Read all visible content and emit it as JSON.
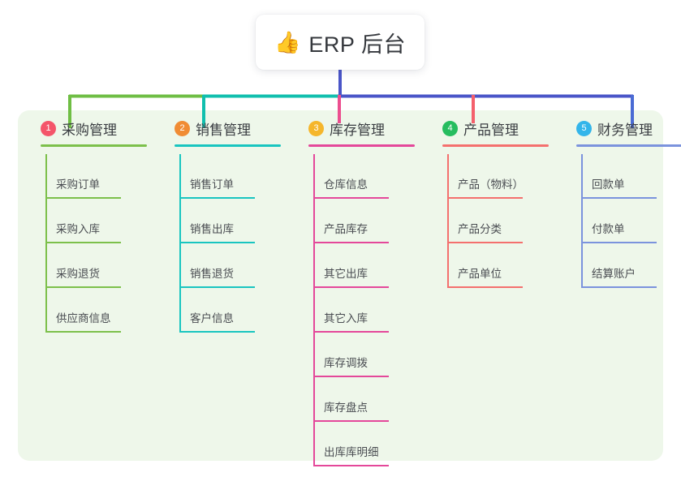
{
  "root": {
    "icon": "thumbs-up-emoji",
    "icon_glyph": "👍",
    "title": "ERP 后台"
  },
  "panel": {
    "background_color": "#eef7ea"
  },
  "connector": {
    "trunk_color": "#4a55c8",
    "bar_segment_colors": [
      "#6fbe44",
      "#11bfae",
      "#4a55c8"
    ],
    "drop_colors": [
      "#6fbe44",
      "#11bfae",
      "#ec4e8f",
      "#f4606c",
      "#4a6bd4"
    ]
  },
  "columns": [
    {
      "number": "1",
      "title": "采购管理",
      "badge_color": "#f4556a",
      "line_color": "#7cc04b",
      "items": [
        {
          "label": "采购订单"
        },
        {
          "label": "采购入库"
        },
        {
          "label": "采购退货"
        },
        {
          "label": "供应商信息"
        }
      ]
    },
    {
      "number": "2",
      "title": "销售管理",
      "badge_color": "#f08c34",
      "line_color": "#19c5c0",
      "items": [
        {
          "label": "销售订单"
        },
        {
          "label": "销售出库"
        },
        {
          "label": "销售退货"
        },
        {
          "label": "客户信息"
        }
      ]
    },
    {
      "number": "3",
      "title": "库存管理",
      "badge_color": "#f5b62b",
      "line_color": "#e4489a",
      "items": [
        {
          "label": "仓库信息"
        },
        {
          "label": "产品库存"
        },
        {
          "label": "其它出库"
        },
        {
          "label": "其它入库"
        },
        {
          "label": "库存调拨"
        },
        {
          "label": "库存盘点"
        },
        {
          "label": "出库库明细"
        }
      ]
    },
    {
      "number": "4",
      "title": "产品管理",
      "badge_color": "#26bd5f",
      "line_color": "#f4706e",
      "items": [
        {
          "label": "产品（物料）"
        },
        {
          "label": "产品分类"
        },
        {
          "label": "产品单位"
        }
      ]
    },
    {
      "number": "5",
      "title": "财务管理",
      "badge_color": "#33b5ea",
      "line_color": "#7b93dd",
      "items": [
        {
          "label": "回款单"
        },
        {
          "label": "付款单"
        },
        {
          "label": "结算账户"
        }
      ]
    }
  ]
}
